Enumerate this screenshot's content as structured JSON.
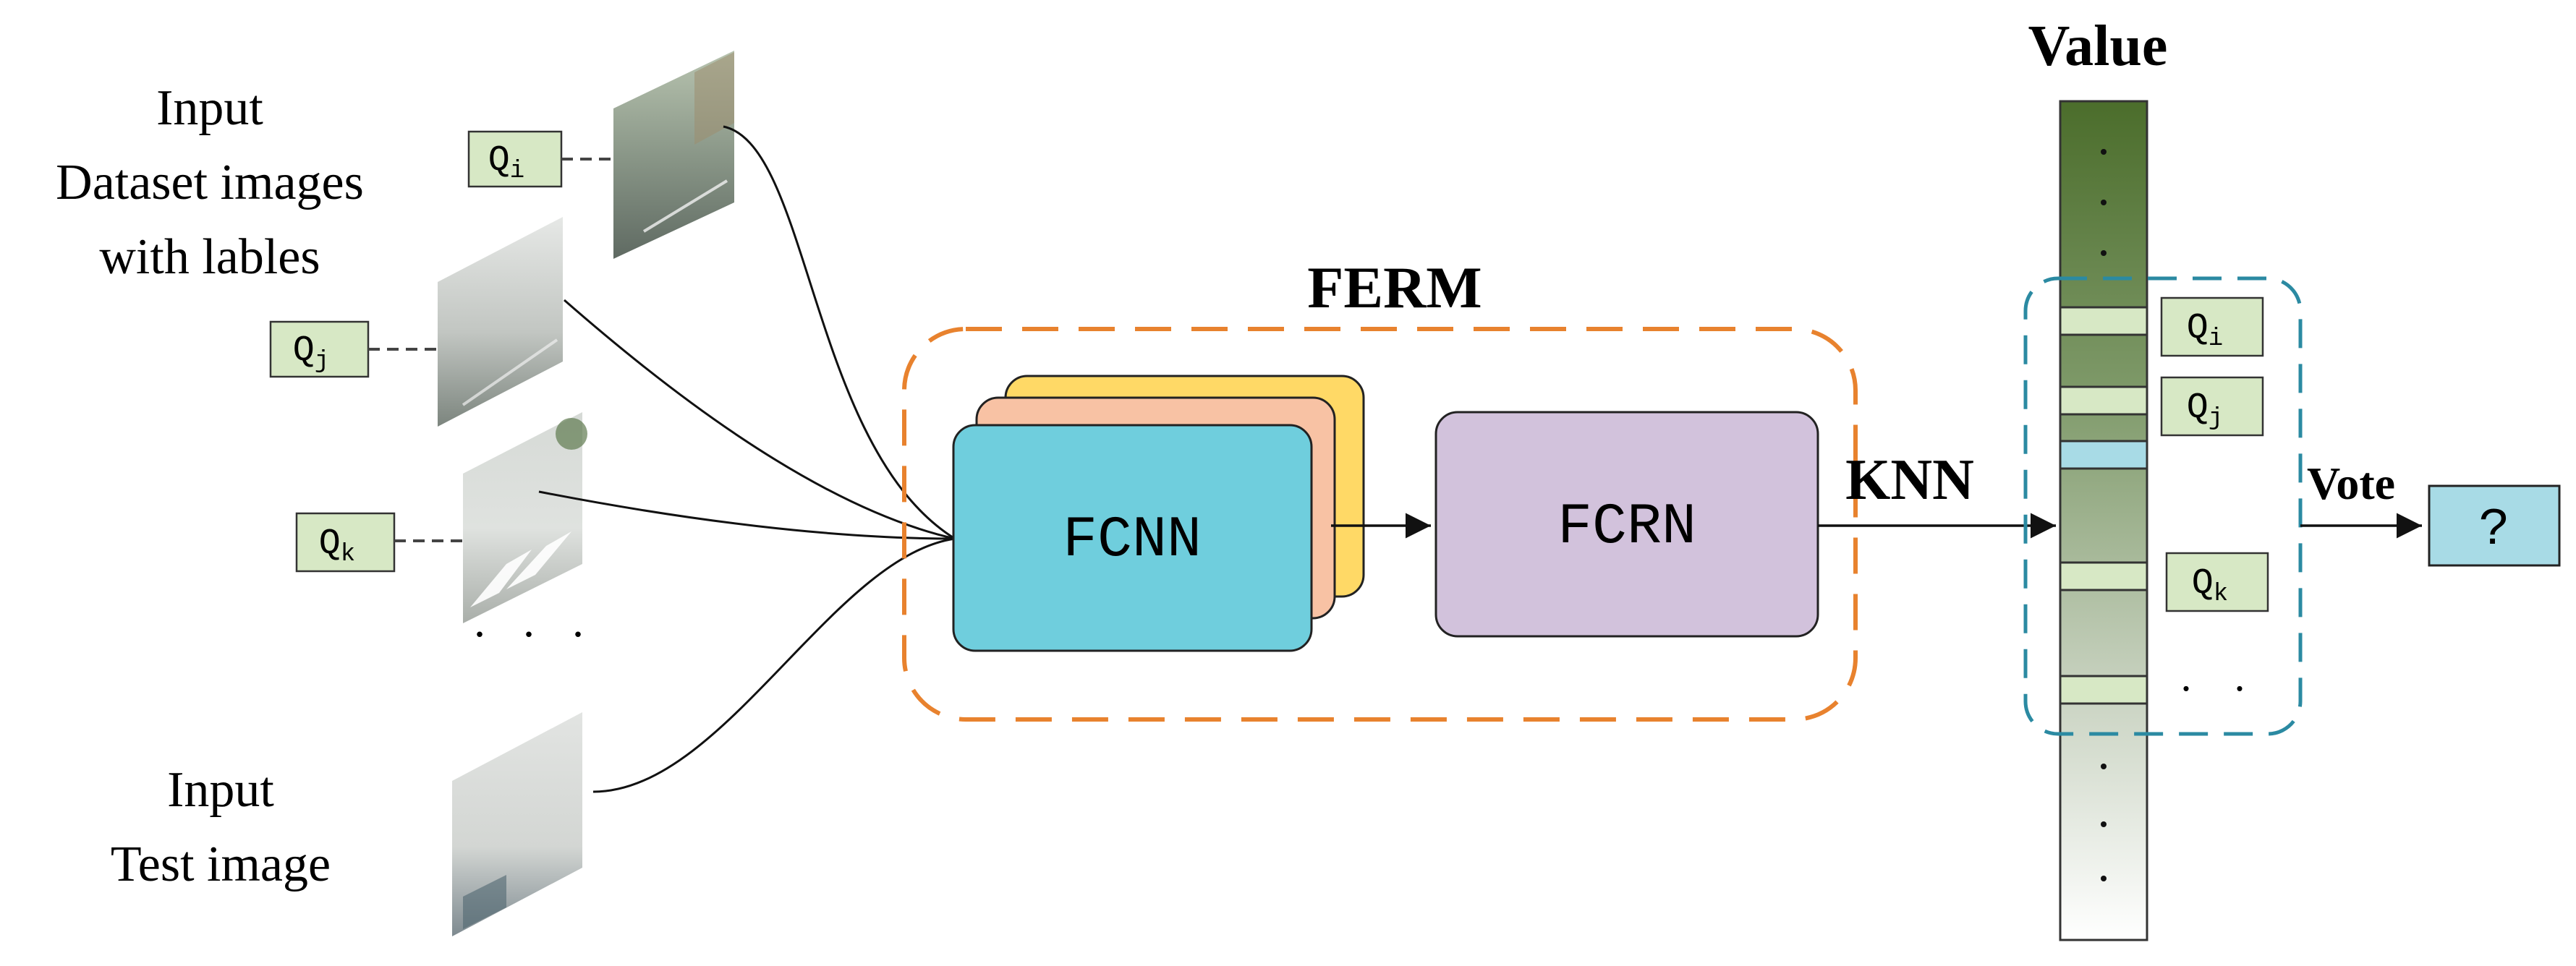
{
  "input_dataset": {
    "line1": "Input",
    "line2": "Dataset images",
    "line3": "with lables"
  },
  "input_test": {
    "line1": "Input",
    "line2": "Test image"
  },
  "query_labels": {
    "qi": "Q",
    "qi_sub": "i",
    "qj": "Q",
    "qj_sub": "j",
    "qk": "Q",
    "qk_sub": "k"
  },
  "ellipsis_images": ". . .",
  "ferm": {
    "title": "FERM",
    "fcnn_label": "FCNN",
    "fcrn_label": "FCRN"
  },
  "knn_label": "KNN",
  "value_title": "Value",
  "vote_label": "Vote",
  "result_label": "?",
  "value_ellipsis": ". .",
  "colors": {
    "query_box_fill": "#d7e8c5",
    "ferm_border": "#e8822e",
    "fcnn_fill": "#6fcedd",
    "layer_back": "#ffd966",
    "layer_mid": "#f8c2a4",
    "fcrn_fill": "#d2c2dc",
    "knn_border": "#2b8aa2",
    "value_top": "#4a6b2a",
    "value_bottom": "#ffffff",
    "highlight_cell": "#a8dbe6",
    "result_fill": "#a8dbe6"
  }
}
